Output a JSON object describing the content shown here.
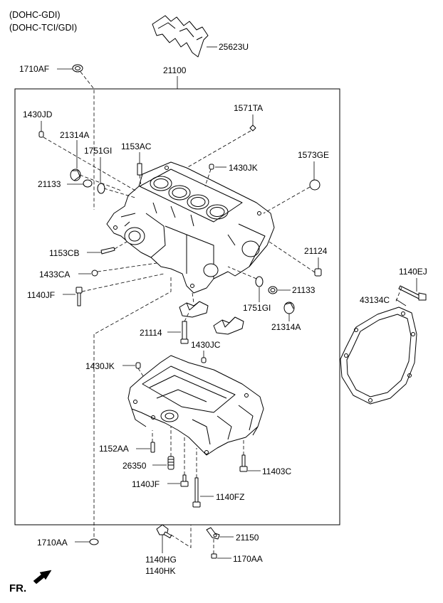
{
  "header": {
    "line1": "(DOHC-GDI)",
    "line2": "(DOHC-TCI/GDI)"
  },
  "footer": {
    "direction_label": "FR."
  },
  "parts": {
    "p25623U": "25623U",
    "p1710AF": "1710AF",
    "p21100": "21100",
    "p1430JD": "1430JD",
    "p1571TA": "1571TA",
    "p21314A_top": "21314A",
    "p1751GI_top": "1751GI",
    "p1153AC": "1153AC",
    "p1430JK_top": "1430JK",
    "p1573GE": "1573GE",
    "p21133_left": "21133",
    "p1153CB": "1153CB",
    "p21124": "21124",
    "p1433CA": "1433CA",
    "p1140EJ": "1140EJ",
    "p1140JF_top": "1140JF",
    "p21133_right": "21133",
    "p43134C": "43134C",
    "p1751GI_bottom": "1751GI",
    "p21314A_bottom": "21314A",
    "p21114": "21114",
    "p1430JC": "1430JC",
    "p1430JK_mid": "1430JK",
    "p1152AA": "1152AA",
    "p26350": "26350",
    "p11403C": "11403C",
    "p1140JF_bottom": "1140JF",
    "p1140FZ": "1140FZ",
    "p21150": "21150",
    "p1710AA": "1710AA",
    "p1140HG": "1140HG",
    "p1170AA": "1170AA",
    "p1140HK": "1140HK"
  },
  "icons": {
    "direction_arrow": "arrow-left-down-icon"
  }
}
